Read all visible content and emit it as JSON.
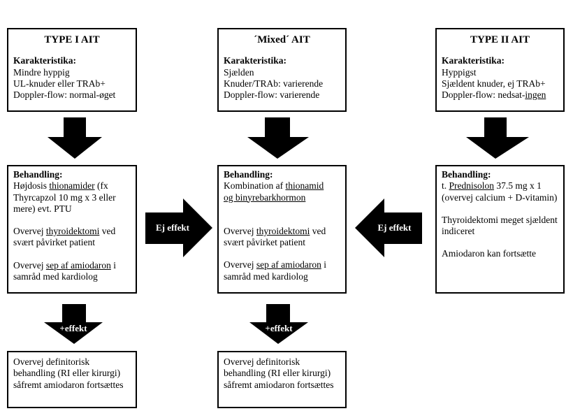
{
  "boxes": {
    "type1": {
      "title": "TYPE I AIT",
      "label": "Karakteristika:",
      "lines": [
        "Mindre hyppig",
        "UL-knuder eller TRAb+",
        "Doppler-flow: normal-øget"
      ]
    },
    "mixed": {
      "title": "´Mixed´ AIT",
      "label": "Karakteristika:",
      "lines": [
        "Sjælden",
        "Knuder/TRAb: varierende",
        "Doppler-flow: varierende"
      ]
    },
    "type2": {
      "title": "TYPE II AIT",
      "label": "Karakteristika:",
      "lines": [
        "Hyppigst",
        "Sjældent knuder, ej TRAb+",
        "Doppler-flow: nedsat-",
        "ingen"
      ]
    }
  },
  "treatment": {
    "type1": {
      "label": "Behandling:",
      "p1a": "Højdosis ",
      "p1u": "thionamider",
      "p1b": " (fx Thyrcapzol 10 mg x 3 eller mere) evt. PTU",
      "p2a": "Overvej ",
      "p2u": "thyroidektomi",
      "p2b": " ved svært påvirket patient",
      "p3a": "Overvej ",
      "p3u": "sep af amiodaron",
      "p3b": " i samråd med kardiolog"
    },
    "mixed": {
      "label": "Behandling:",
      "p1a": "Kombination af ",
      "p1u1": "thionamid",
      "p1u2": "og binyrebarkhormon",
      "p2a": "Overvej ",
      "p2u": "thyroidektomi",
      "p2b": " ved svært påvirket patient",
      "p3a": "Overvej ",
      "p3u": "sep af amiodaron",
      "p3b": " i samråd med kardiolog"
    },
    "type2": {
      "label": "Behandling:",
      "p1a": "t. ",
      "p1u": "Prednisolon",
      "p1b": " 37.5 mg x 1 (overvej calcium + D-vitamin)",
      "p2": "Thyroidektomi  meget sjældent indiceret",
      "p3": "Amiodaron kan fortsætte"
    }
  },
  "outcome": {
    "type1": "Overvej definitorisk behandling (RI eller kirurgi) såfremt amiodaron fortsættes",
    "mixed": "Overvej definitorisk behandling (RI eller kirurgi) såfremt amiodaron fortsættes"
  },
  "arrows": {
    "ej_effekt_left": "Ej effekt",
    "ej_effekt_right": "Ej effekt",
    "plus_effekt_1": "+effekt",
    "plus_effekt_2": "+effekt"
  },
  "colors": {
    "arrow": "#000000",
    "border": "#000000",
    "background": "#ffffff"
  }
}
